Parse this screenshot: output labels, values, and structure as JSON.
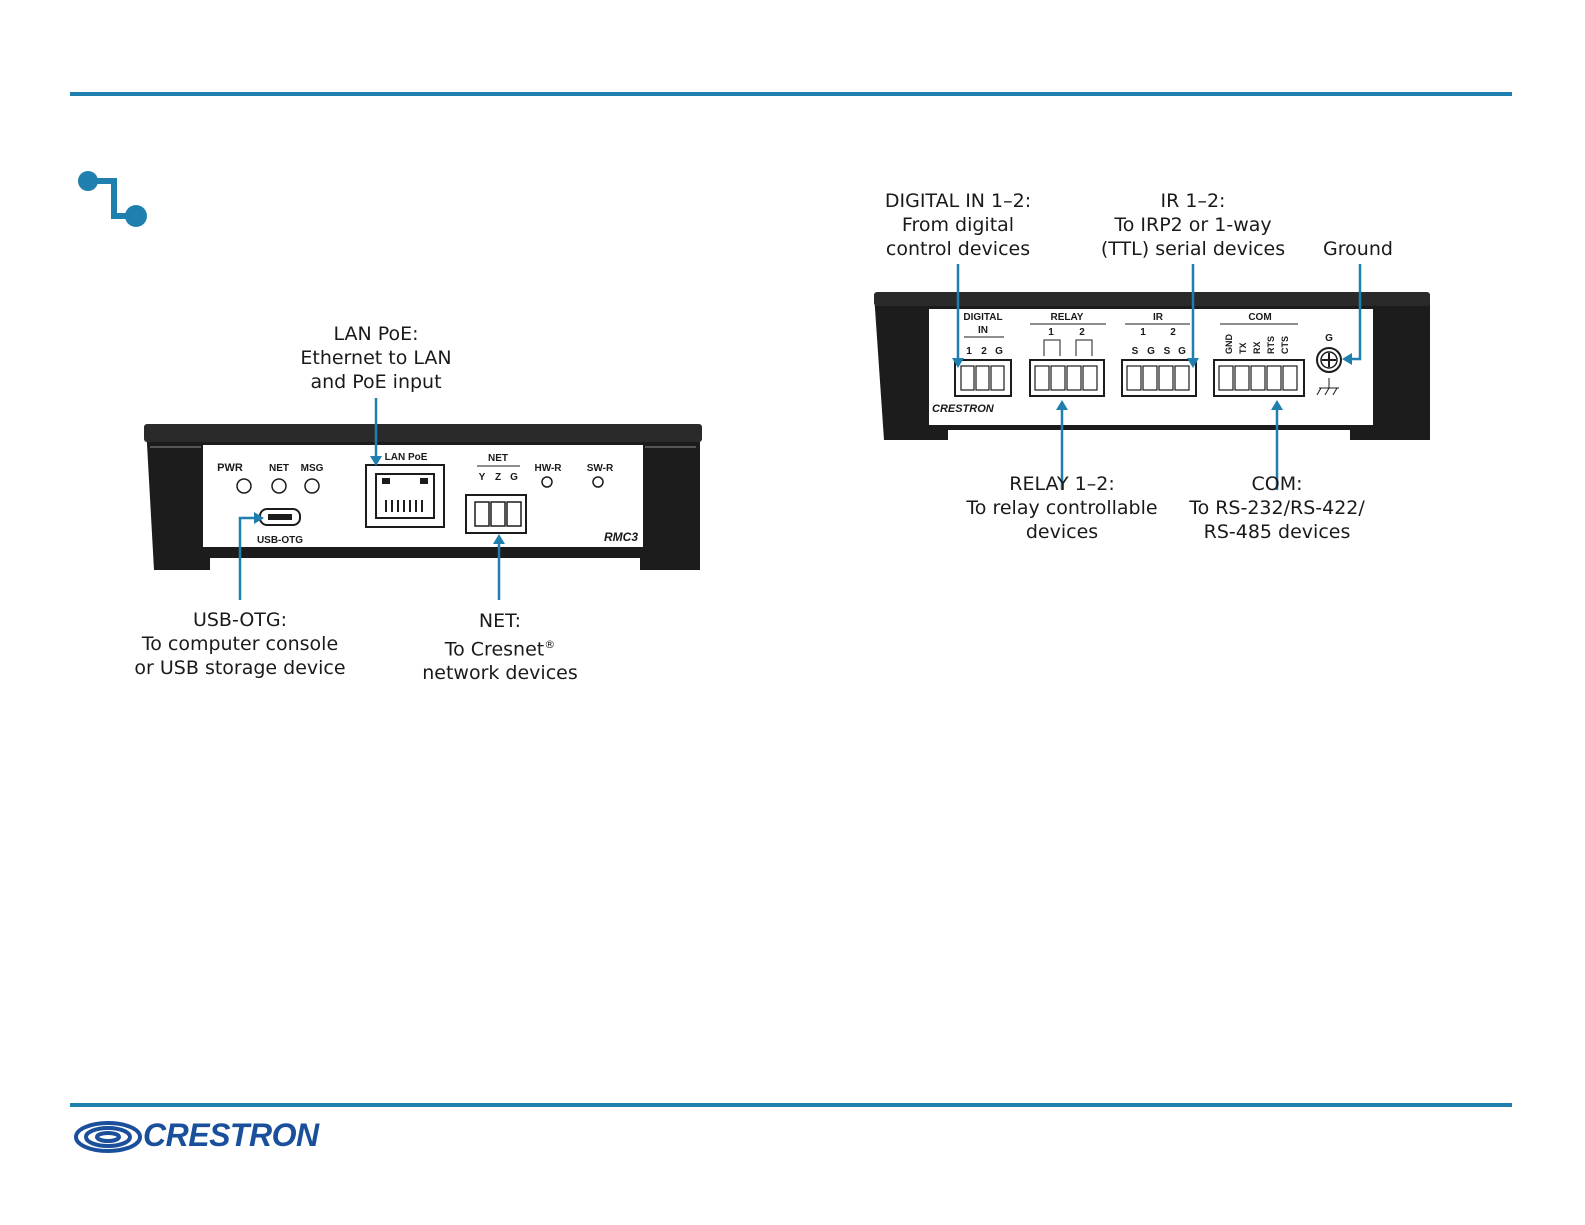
{
  "colors": {
    "accent": "#1f7fae",
    "device_dark": "#1c1c1c",
    "panel": "#ffffff"
  },
  "icons": {
    "section_icon": "connector-node-icon",
    "logo": "crestron-swirl-logo"
  },
  "front_panel": {
    "leds": [
      "PWR",
      "NET",
      "MSG"
    ],
    "usb_label": "USB-OTG",
    "lan_label": "LAN PoE",
    "net_header": "NET",
    "net_pins": [
      "Y",
      "Z",
      "G"
    ],
    "hwr_label": "HW-R",
    "swr_label": "SW-R",
    "model": "RMC3"
  },
  "rear_panel": {
    "digital_header_1": "DIGITAL",
    "digital_header_2": "IN",
    "digital_pins": [
      "1",
      "2",
      "G"
    ],
    "relay_header": "RELAY",
    "relay_nums": [
      "1",
      "2"
    ],
    "ir_header": "IR",
    "ir_nums": [
      "1",
      "2"
    ],
    "ir_pins": [
      "S",
      "G",
      "S",
      "G"
    ],
    "com_header": "COM",
    "com_pins": [
      "GND",
      "TX",
      "RX",
      "RTS",
      "CTS"
    ],
    "ground_label": "G",
    "brand": "CRESTRON"
  },
  "callouts": {
    "lan": [
      "LAN PoE:",
      "Ethernet to LAN",
      "and PoE input"
    ],
    "usb": [
      "USB-OTG:",
      "To computer console",
      "or USB storage device"
    ],
    "net": [
      "NET:",
      "To Cresnet",
      "network devices"
    ],
    "net_reg": "®",
    "digital": [
      "DIGITAL IN 1–2:",
      "From digital",
      "control devices"
    ],
    "ir": [
      "IR 1–2:",
      "To IRP2 or 1-way",
      "(TTL) serial devices"
    ],
    "ground": [
      "Ground"
    ],
    "relay": [
      "RELAY 1–2:",
      "To relay controllable",
      "devices"
    ],
    "com": [
      "COM:",
      "To RS-232/RS-422/",
      "RS-485 devices"
    ]
  },
  "footer": {
    "brand": "CRESTRON"
  }
}
